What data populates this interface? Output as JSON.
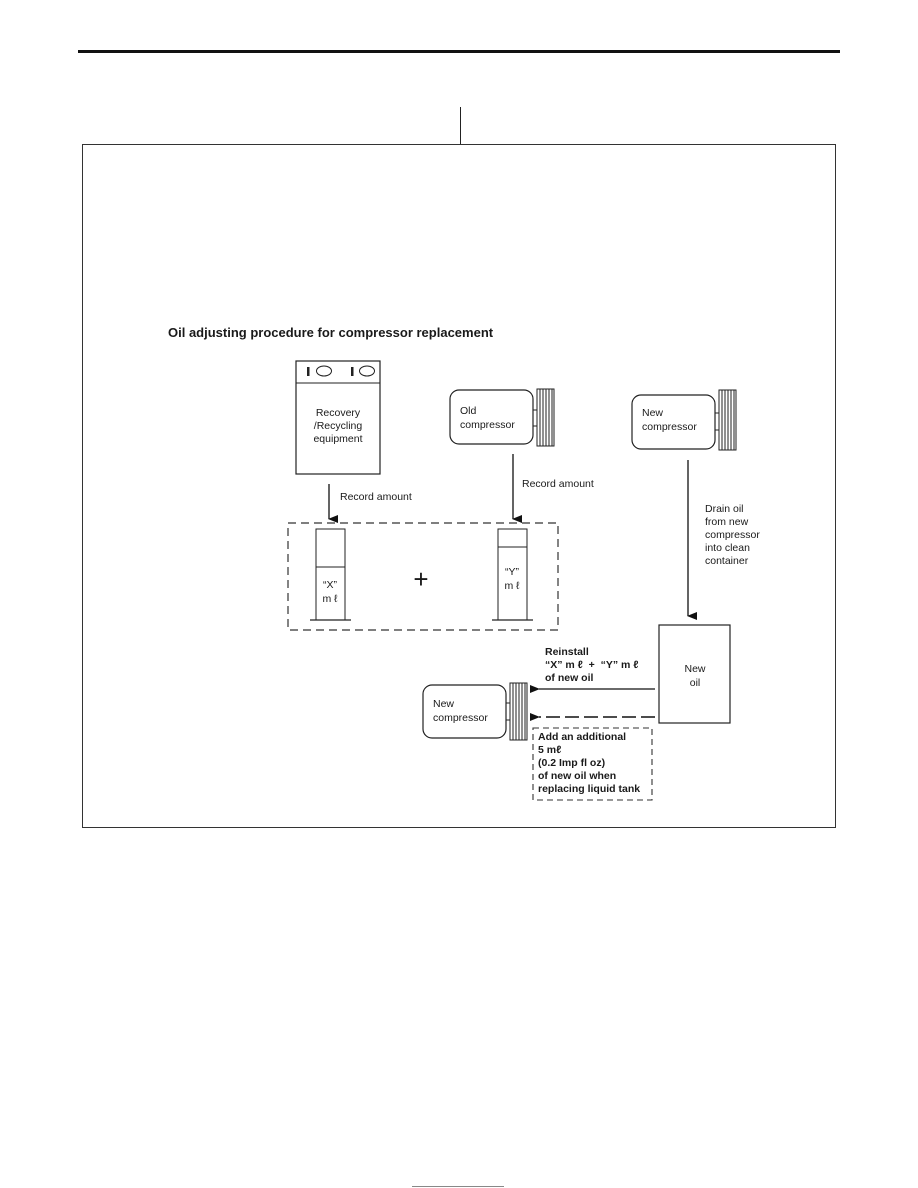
{
  "diagram": {
    "title": "Oil adjusting procedure for compressor replacement",
    "recovery_equipment": [
      "Recovery",
      "/Recycling",
      "equipment"
    ],
    "old_compressor": [
      "Old",
      "compressor"
    ],
    "new_compressor_top": [
      "New",
      "compressor"
    ],
    "new_compressor_bottom": [
      "New",
      "compressor"
    ],
    "record_amount_left": "Record amount",
    "record_amount_right": "Record amount",
    "drain_oil": [
      "Drain oil",
      "from new",
      "compressor",
      "into clean",
      "container"
    ],
    "container_x": [
      "“X”",
      "m ℓ"
    ],
    "container_y": [
      "“Y”",
      "m ℓ"
    ],
    "plus_sign": "+",
    "new_oil": [
      "New",
      "oil"
    ],
    "reinstall": [
      "Reinstall",
      "“X” m ℓ  +  “Y” m ℓ",
      "of new oil"
    ],
    "additional": [
      "Add an additional",
      "5 mℓ",
      "(0.2 Imp fl oz)",
      "of new oil when",
      "replacing liquid tank"
    ]
  }
}
